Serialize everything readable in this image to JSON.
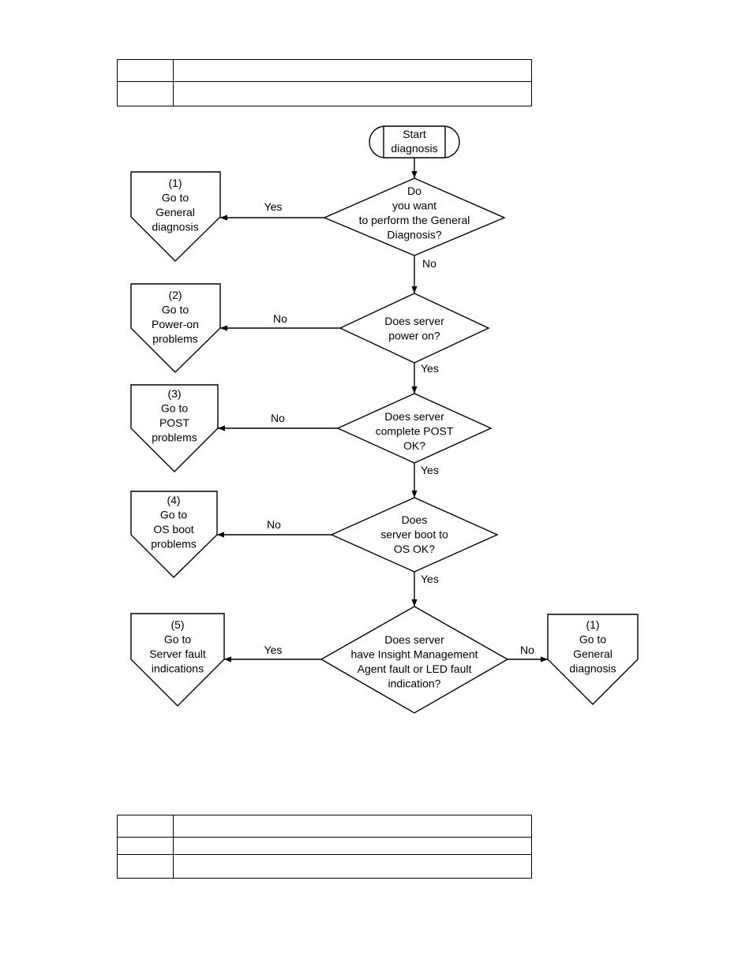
{
  "start": {
    "lines": [
      "Start",
      "diagnosis"
    ]
  },
  "decisions": {
    "d1": {
      "lines": [
        "Do",
        "you want",
        "to perform the General",
        "Diagnosis?"
      ]
    },
    "d2": {
      "lines": [
        "Does server",
        "power on?"
      ]
    },
    "d3": {
      "lines": [
        "Does server",
        "complete POST",
        "OK?"
      ]
    },
    "d4": {
      "lines": [
        "Does",
        "server boot to",
        "OS OK?"
      ]
    },
    "d5": {
      "lines": [
        "Does server",
        "have Insight Management",
        "Agent fault or LED fault",
        "indication?"
      ]
    }
  },
  "offpage": {
    "o1": {
      "lines": [
        "(1)",
        "Go to",
        "General",
        "diagnosis"
      ]
    },
    "o2": {
      "lines": [
        "(2)",
        "Go to",
        "Power-on",
        "problems"
      ]
    },
    "o3": {
      "lines": [
        "(3)",
        "Go to",
        "POST",
        "problems"
      ]
    },
    "o4": {
      "lines": [
        "(4)",
        "Go to",
        "OS boot",
        "problems"
      ]
    },
    "o5": {
      "lines": [
        "(5)",
        "Go to",
        "Server fault",
        "indications"
      ]
    },
    "o6": {
      "lines": [
        "(1)",
        "Go to",
        "General",
        "diagnosis"
      ]
    }
  },
  "labels": {
    "yes": "Yes",
    "no": "No"
  },
  "tables": {
    "top": {
      "rows": [
        [
          "",
          ""
        ],
        [
          "",
          ""
        ]
      ]
    },
    "bottom": {
      "rows": [
        [
          "",
          ""
        ],
        [
          "",
          ""
        ],
        [
          "",
          ""
        ]
      ]
    }
  }
}
